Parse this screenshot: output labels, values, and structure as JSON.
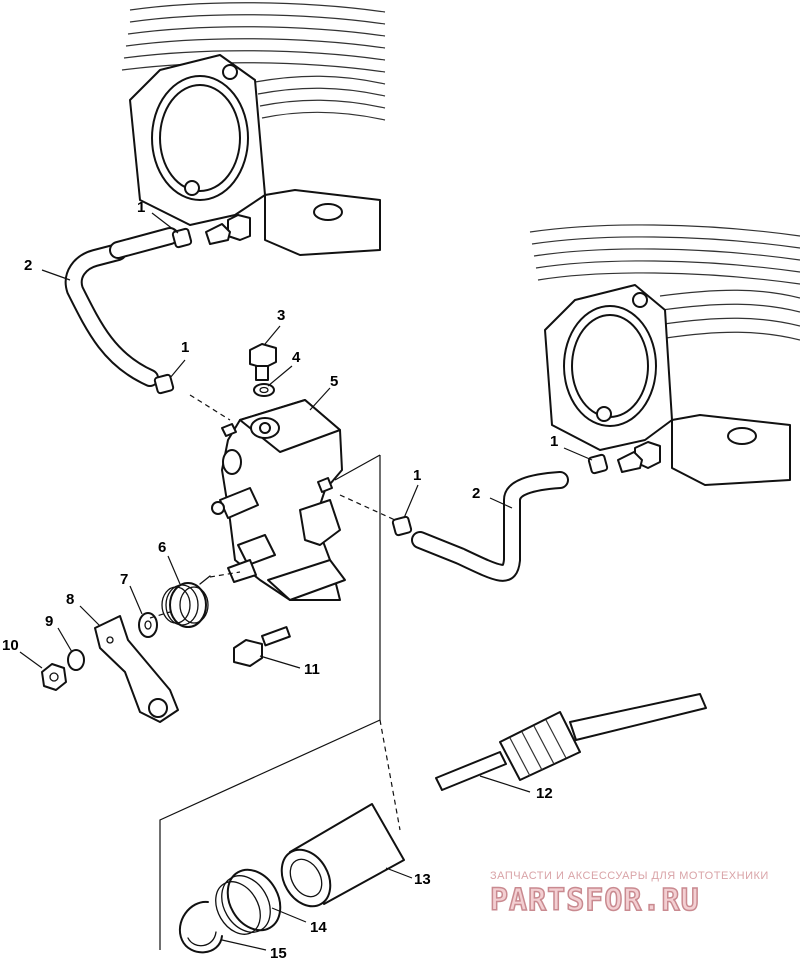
{
  "callouts": [
    {
      "id": "c1a",
      "text": "1"
    },
    {
      "id": "c1b",
      "text": "1"
    },
    {
      "id": "c1c",
      "text": "1"
    },
    {
      "id": "c1d",
      "text": "1"
    },
    {
      "id": "c2a",
      "text": "2"
    },
    {
      "id": "c2b",
      "text": "2"
    },
    {
      "id": "c3",
      "text": "3"
    },
    {
      "id": "c4",
      "text": "4"
    },
    {
      "id": "c5",
      "text": "5"
    },
    {
      "id": "c6",
      "text": "6"
    },
    {
      "id": "c7",
      "text": "7"
    },
    {
      "id": "c8",
      "text": "8"
    },
    {
      "id": "c9",
      "text": "9"
    },
    {
      "id": "c10",
      "text": "10"
    },
    {
      "id": "c11",
      "text": "11"
    },
    {
      "id": "c12",
      "text": "12"
    },
    {
      "id": "c13",
      "text": "13"
    },
    {
      "id": "c14",
      "text": "14"
    },
    {
      "id": "c15",
      "text": "15"
    }
  ],
  "watermark": {
    "tagline": "ЗАПЧАСТИ И АКСЕССУАРЫ ДЛЯ МОТОТЕХНИКИ",
    "logo": "PARTSFOR.RU"
  }
}
